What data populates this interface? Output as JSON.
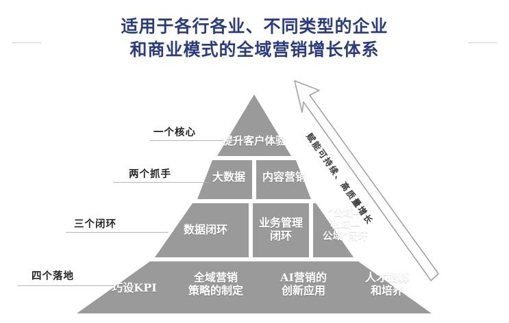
{
  "title": {
    "line1": "适用于各行各业、不同类型的企业",
    "line2": "和商业模式的全域营销增长体系",
    "color": "#2b3c7e"
  },
  "arrow": {
    "caption": "赋能可持续、高质量增长",
    "direction": "up-left"
  },
  "pyramid": {
    "fill": "#9a9a9a",
    "band_gap_color": "#ffffff",
    "levels": [
      {
        "side_label": "一个核心",
        "blocks": [
          "提升客户体验"
        ]
      },
      {
        "side_label": "两个抓手",
        "blocks": [
          "大数据",
          "内容营销"
        ]
      },
      {
        "side_label": "三个闭环",
        "blocks": [
          "数据闭环",
          "业务管理\n闭环",
          "“公域—\n私域—\n公域”闭环"
        ]
      },
      {
        "side_label": "四个落地",
        "blocks": [
          "巧设KPI",
          "全域营销\n策略的制定",
          "AI营销的\n创新应用",
          "人才招募\n和培养"
        ]
      }
    ]
  }
}
